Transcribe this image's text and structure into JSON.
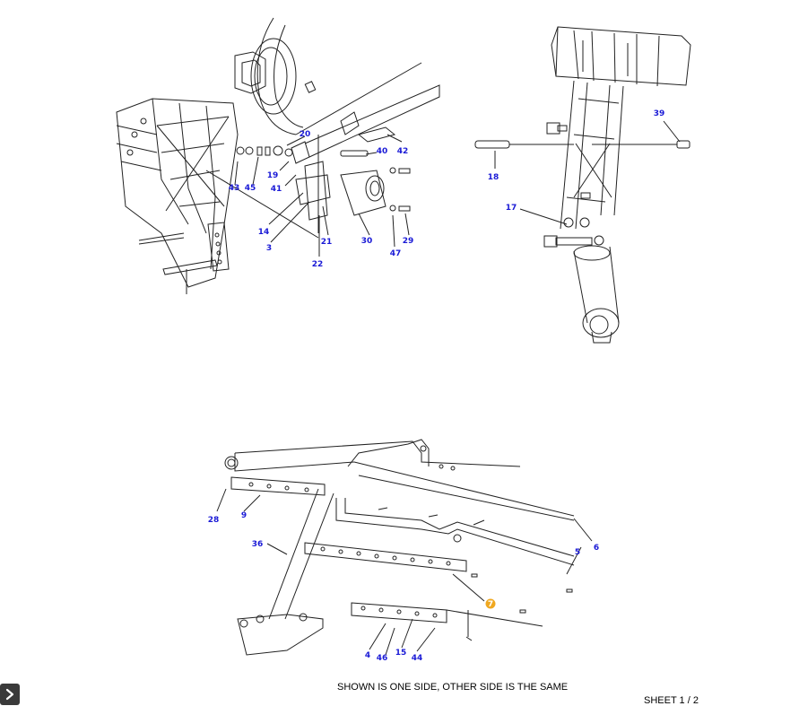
{
  "diagram": {
    "caption": "SHOWN IS ONE SIDE, OTHER SIDE IS THE SAME",
    "sheet": "SHEET 1 / 2",
    "highlight_color": "#f0a820",
    "callout_color": "#1a1ad6",
    "callouts_top_left": [
      "20",
      "40",
      "42",
      "19",
      "41",
      "43",
      "45",
      "14",
      "3",
      "21",
      "22",
      "30",
      "47",
      "29"
    ],
    "callouts_top_right": [
      "39",
      "18",
      "17"
    ],
    "callouts_bottom": [
      "28",
      "9",
      "36",
      "5",
      "6",
      "7",
      "4",
      "46",
      "15",
      "44"
    ],
    "highlighted_callout": "7"
  },
  "controls": {
    "expand_icon": "chevron-right-icon"
  }
}
